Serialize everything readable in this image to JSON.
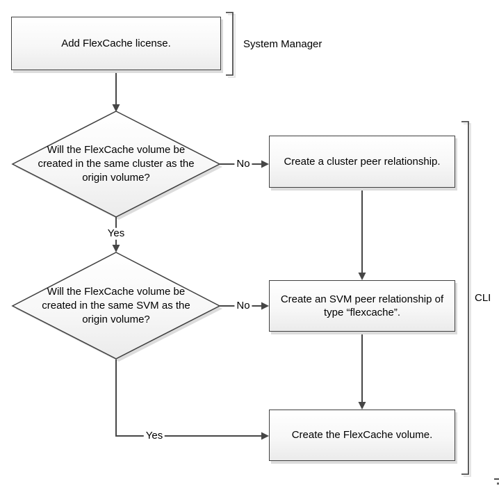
{
  "flowchart": {
    "nodes": {
      "add_license": "Add FlexCache license.",
      "same_cluster_question": "Will the FlexCache volume be created in the same cluster as the origin volume?",
      "create_cluster_peer": "Create a cluster peer relationship.",
      "same_svm_question": "Will the FlexCache volume be created in the same SVM as the origin volume?",
      "create_svm_peer": "Create an SVM peer relationship of type “flexcache”.",
      "create_flexcache_volume": "Create the FlexCache volume."
    },
    "edge_labels": {
      "cluster_no": "No",
      "cluster_yes": "Yes",
      "svm_no": "No",
      "svm_yes": "Yes"
    },
    "brackets": {
      "system_manager": "System Manager",
      "cli": "CLI"
    },
    "colors": {
      "connector": "#464646",
      "node_border": "#3f3f3f",
      "node_fill_top": "#ffffff",
      "node_fill_bottom": "#ebebeb",
      "shadow": "#dcdcdc",
      "text": "#000000"
    }
  }
}
